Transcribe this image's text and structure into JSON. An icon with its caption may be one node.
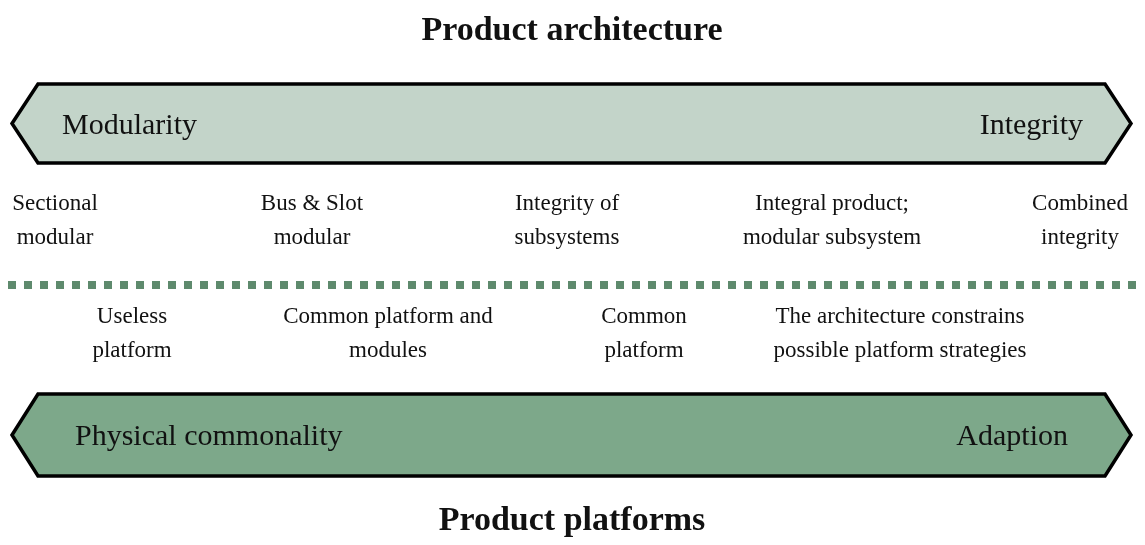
{
  "diagram": {
    "title": "Product architecture",
    "caption": "Product platforms",
    "nodes": [
      {
        "text": [
          "Modularity",
          "Integrity"
        ]
      },
      {
        "text": [
          "Physical commonality",
          "Adaption"
        ]
      }
    ],
    "labels": [
      "Sectional modular",
      "Bus & Slot modular",
      "Integrity of subsystems",
      "Integral product; modular subsystem",
      "Combined integrity",
      "Useless platform",
      "Common platform and modules",
      "Common platform",
      "The architecture constrains possible platform strategies"
    ]
  }
}
